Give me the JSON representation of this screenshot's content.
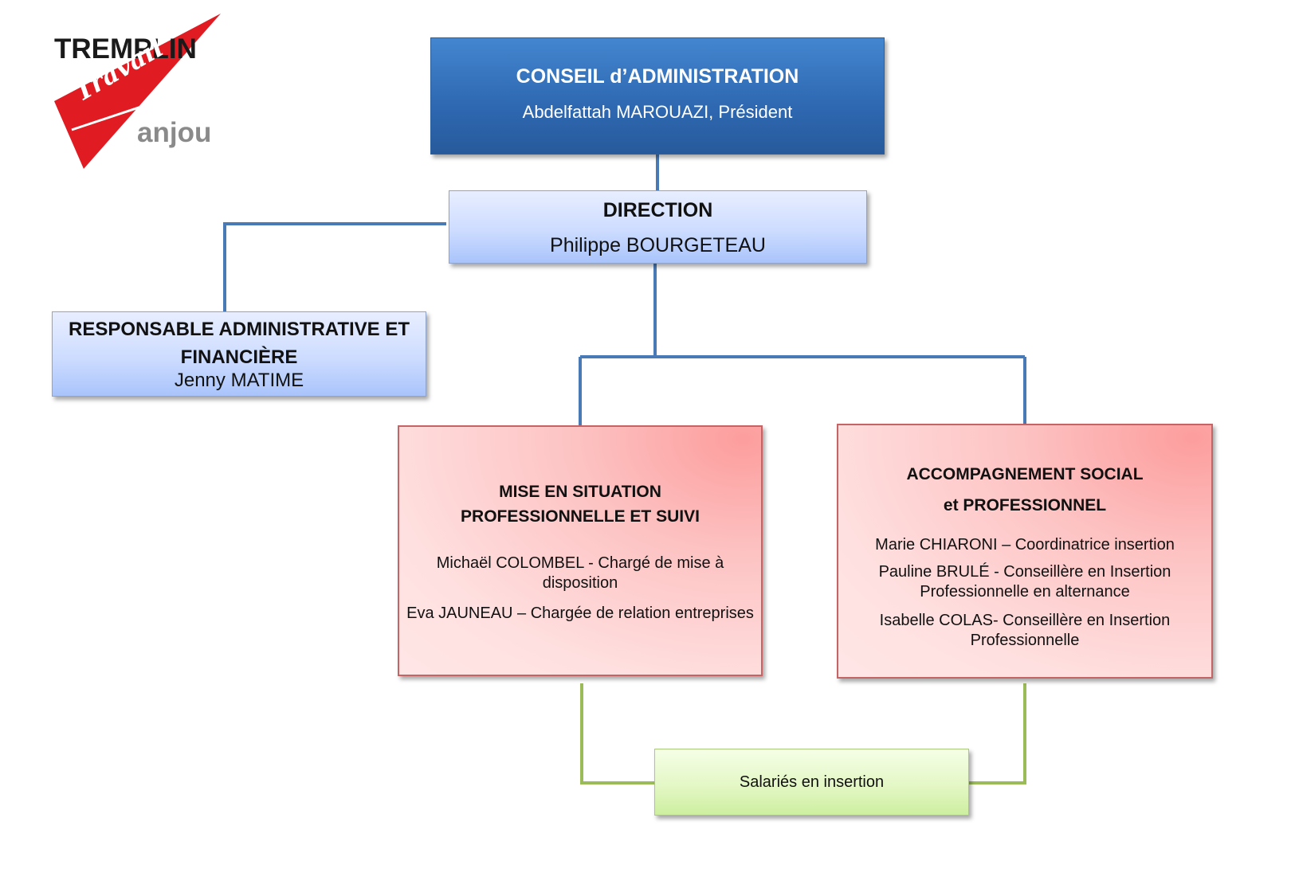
{
  "logo": {
    "top": "TREMPLIN",
    "script": "Travail",
    "bottom": "anjou",
    "colors": {
      "red": "#e11b22",
      "dark": "#1a1a1a",
      "gray": "#8a8a8a"
    }
  },
  "nodes": {
    "conseil": {
      "title": "CONSEIL d’ADMINISTRATION",
      "subtitle": "Abdelfattah MAROUAZI, Président"
    },
    "direction": {
      "title": "DIRECTION",
      "name": "Philippe BOURGETEAU"
    },
    "raf": {
      "title": "RESPONSABLE ADMINISTRATIVE ET FINANCIÈRE",
      "name": "Jenny MATIME"
    },
    "mise": {
      "title_line1": "MISE EN SITUATION",
      "title_line2": "PROFESSIONNELLE ET SUIVI",
      "member1": "Michaël COLOMBEL - Chargé de mise à disposition",
      "member2": "Eva JAUNEAU – Chargée de relation entreprises"
    },
    "accompagnement": {
      "title_line1": "ACCOMPAGNEMENT SOCIAL",
      "title_line2": "et PROFESSIONNEL",
      "member1": "Marie CHIARONI – Coordinatrice insertion",
      "member2": "Pauline BRULÉ - Conseillère en Insertion Professionnelle en alternance",
      "member3": "Isabelle COLAS- Conseillère en Insertion Professionnelle"
    },
    "salaries": {
      "label": "Salariés en insertion"
    }
  },
  "colors": {
    "connector_blue": "#4a7ab5",
    "connector_green": "#9bbb59",
    "conseil_fill": "#3a78c4",
    "direction_fill": "#c4d6ff",
    "team_fill": "#fdc3c3",
    "salaries_fill": "#dff5bd"
  }
}
